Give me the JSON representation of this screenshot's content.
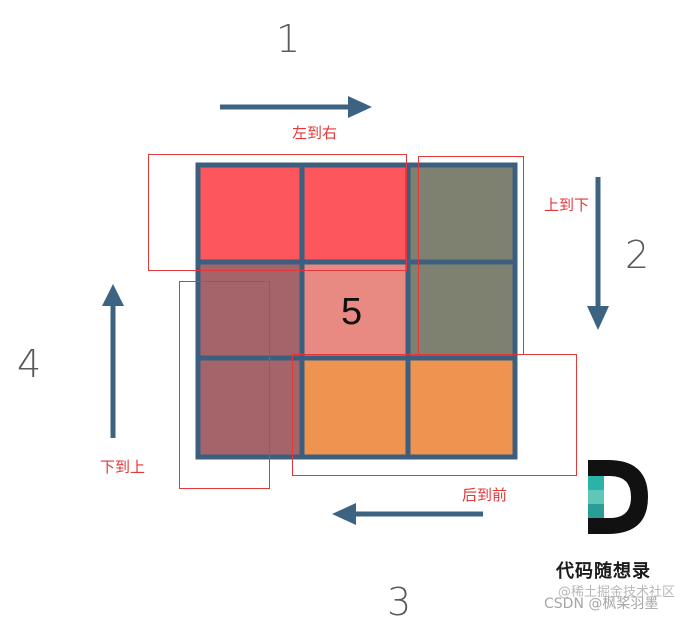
{
  "steps": {
    "one": "1",
    "two": "2",
    "three": "3",
    "four": "4"
  },
  "labels": {
    "left_to_right": "左到右",
    "top_to_bottom": "上到下",
    "back_to_front": "后到前",
    "bottom_to_top": "下到上"
  },
  "center_number": "5",
  "colors": {
    "red": "#fd565d",
    "olive": "#7f8170",
    "mauve": "#a4656a",
    "salmon": "#e98a82",
    "orange": "#ee9450",
    "grid_border": "#3c5f7f",
    "arrow": "#3c6482",
    "box_outline": "#e2383a"
  },
  "watermark": {
    "brand": "代码随想录",
    "line1": "@稀土掘金技术社区",
    "line2": "CSDN @枫桨羽墨"
  }
}
